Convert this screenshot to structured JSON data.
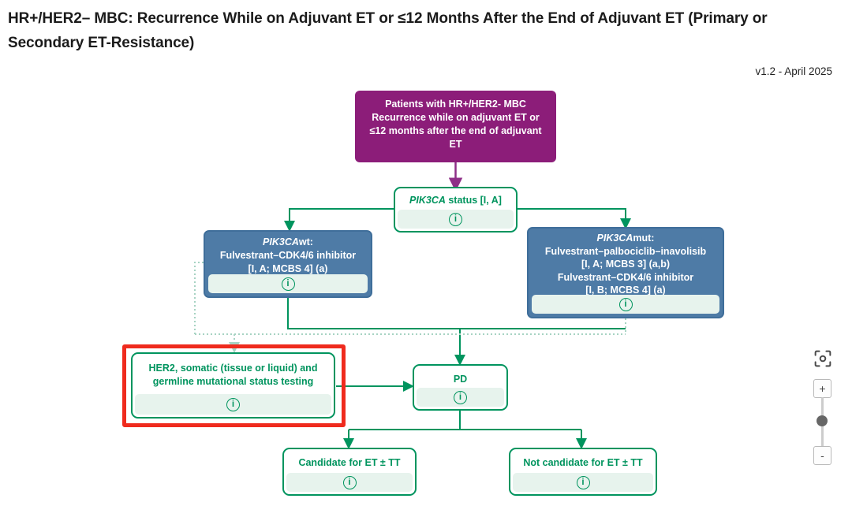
{
  "header": {
    "title": "HR+/HER2– MBC: Recurrence While on Adjuvant ET or ≤12 Months After the End of Adjuvant ET (Primary or Secondary ET-Resistance)",
    "version": "v1.2 - April 2025"
  },
  "flow": {
    "patients": {
      "lines": [
        "Patients with HR+/HER2- MBC",
        "Recurrence while on adjuvant ET or",
        "≤12 months after the end of adjuvant",
        "ET"
      ]
    },
    "status": {
      "gene": "PIK3CA",
      "rest": " status [I, A]"
    },
    "wt": {
      "gene": "PIK3CA",
      "suffix": "wt:",
      "lines": [
        "Fulvestrant–CDK4/6 inhibitor",
        "[I, A; MCBS 4] (a)"
      ]
    },
    "mut": {
      "gene": "PIK3CA",
      "suffix": "mut:",
      "lines": [
        "Fulvestrant–palbociclib–inavolisib",
        "[I, A; MCBS 3] (a,b)",
        "Fulvestrant–CDK4/6 inhibitor",
        "[I, B; MCBS 4] (a)"
      ]
    },
    "her2": {
      "lines": [
        "HER2, somatic (tissue or liquid) and",
        "germline mutational status testing"
      ]
    },
    "pd": {
      "label": "PD"
    },
    "candidate": {
      "label": "Candidate for ET ± TT"
    },
    "not_candidate": {
      "label": "Not candidate for ET ± TT"
    }
  },
  "icons": {
    "info_glyph": "i"
  },
  "controls": {
    "zoom_in": "+",
    "zoom_out": "-"
  },
  "colors": {
    "purple": "#8c1d79",
    "blue_fill": "#4e7ba6",
    "blue_border": "#3f6e9a",
    "green": "#00945e",
    "mint_band": "#e7f3ed",
    "dotted_teal": "#a7d3c3",
    "highlight_red": "#ef2b1e"
  }
}
